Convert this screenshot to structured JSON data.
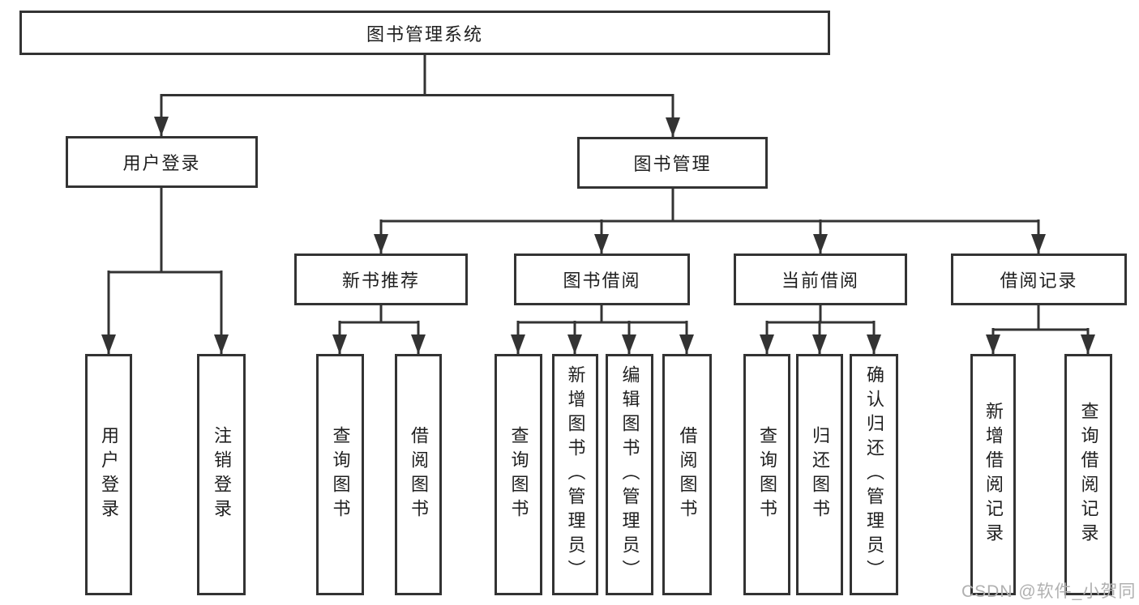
{
  "tree": {
    "label": "图书管理系统",
    "children": [
      {
        "label": "用户登录",
        "children": [
          {
            "label": "用户登录"
          },
          {
            "label": "注销登录"
          }
        ]
      },
      {
        "label": "图书管理",
        "children": [
          {
            "label": "新书推荐",
            "children": [
              {
                "label": "查询图书"
              },
              {
                "label": "借阅图书"
              }
            ]
          },
          {
            "label": "图书借阅",
            "children": [
              {
                "label": "查询图书"
              },
              {
                "label": "新增图书（管理员）"
              },
              {
                "label": "编辑图书（管理员）"
              },
              {
                "label": "借阅图书"
              }
            ]
          },
          {
            "label": "当前借阅",
            "children": [
              {
                "label": "查询图书"
              },
              {
                "label": "归还图书"
              },
              {
                "label": "确认归还（管理员）"
              }
            ]
          },
          {
            "label": "借阅记录",
            "children": [
              {
                "label": "新增借阅记录"
              },
              {
                "label": "查询借阅记录"
              }
            ]
          }
        ]
      }
    ]
  },
  "watermark": "CSDN @软件_小贺同学",
  "colors": {
    "line": "#333333",
    "box_border": "#333333",
    "text": "#1f1f1f",
    "watermark": "#b0b0b0",
    "background": "#ffffff"
  }
}
